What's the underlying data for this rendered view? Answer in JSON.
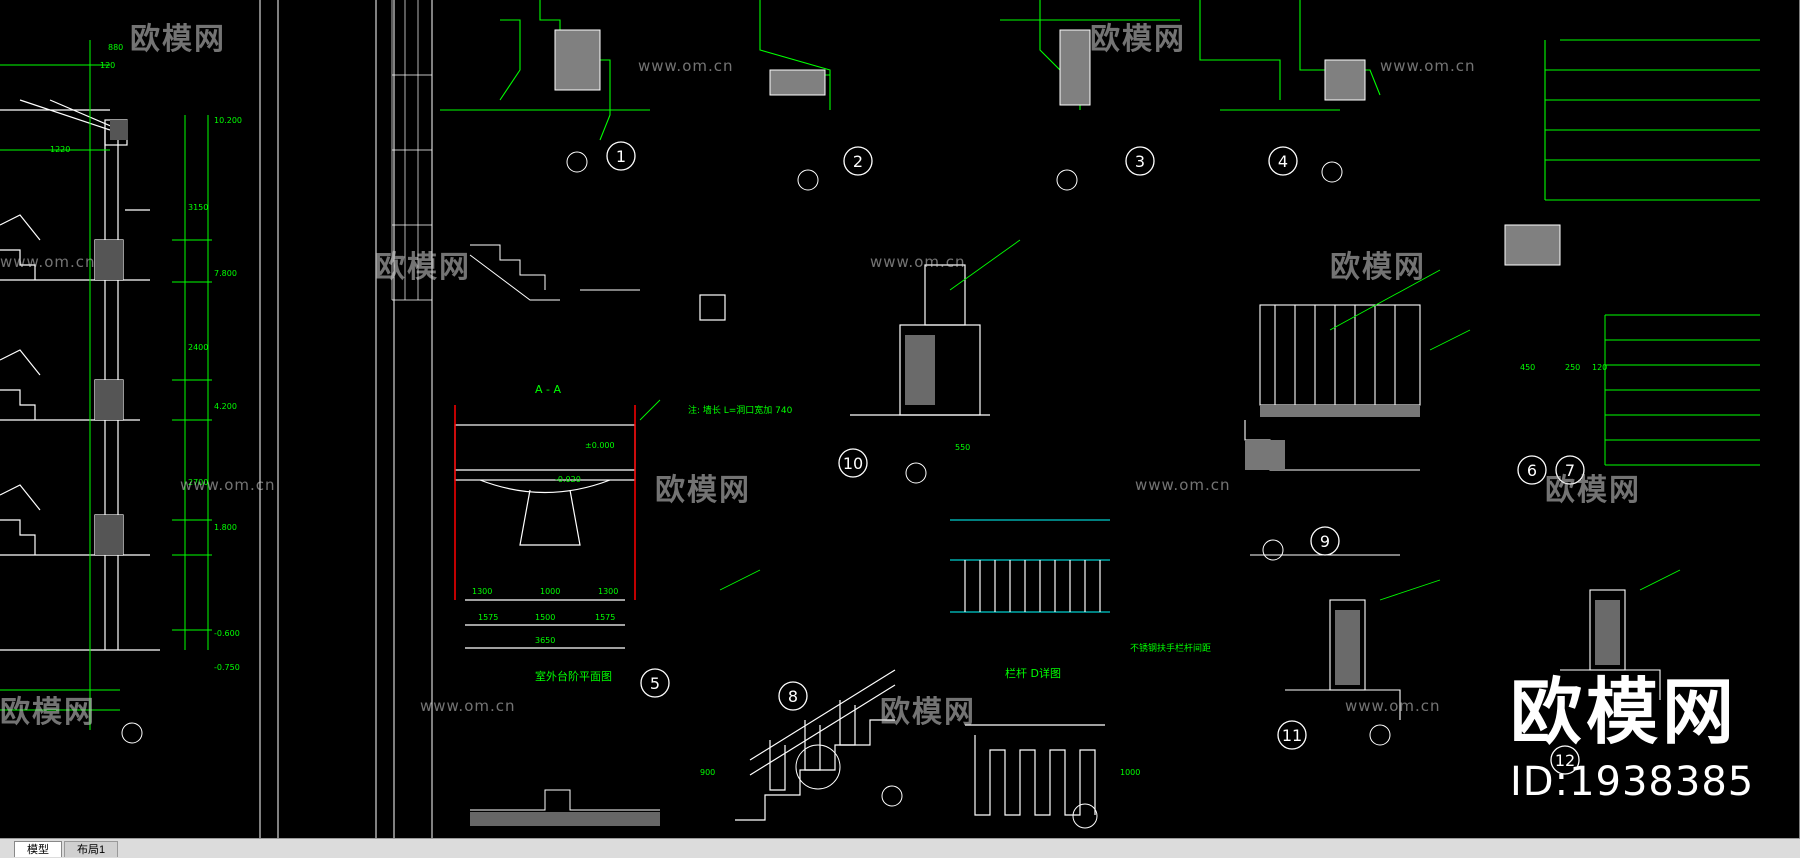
{
  "tabs": [
    {
      "label": "模型",
      "active": true
    },
    {
      "label": "布局1",
      "active": false
    }
  ],
  "watermark": {
    "brand": "欧模网",
    "url": "www.om.cn"
  },
  "brand_badge": {
    "name": "欧模网",
    "id": "ID:1938385"
  },
  "detail_numbers": [
    "1",
    "2",
    "3",
    "4",
    "5",
    "6",
    "7",
    "8",
    "9",
    "10",
    "11",
    "12"
  ],
  "drawing_titles": {
    "section_aa": "A - A",
    "outdoor_step_plan": "室外台阶平面图",
    "railing_detail": "栏杆 D详图",
    "railing_note": "不锈钢扶手栏杆间距",
    "step_note": "注: 墙长 L=洞口宽加 740"
  },
  "elevation_marks": [
    "10.200",
    "7.800",
    "4.200",
    "1.800",
    "-0.600",
    "-0.750",
    "±0.000",
    "-0.020"
  ],
  "dimension_labels": [
    "1220",
    "880",
    "120",
    "3150",
    "2400",
    "2700",
    "1300",
    "1000",
    "1300",
    "3650",
    "1575",
    "1500",
    "1575",
    "450",
    "250",
    "120",
    "550",
    "900",
    "1000"
  ],
  "colors": {
    "background": "#000000",
    "line_green": "#00ff00",
    "line_white": "#ffffff",
    "line_cyan": "#00ffff",
    "line_red": "#ff0000",
    "hatch_orange": "#ff8040"
  }
}
